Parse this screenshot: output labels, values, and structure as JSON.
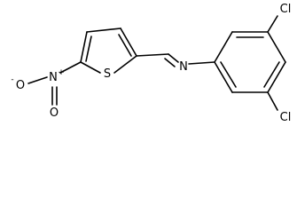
{
  "molecule": {
    "atoms": {
      "nitro_o_minus": "O",
      "nitro_o_charge": "-",
      "nitro_n": "N",
      "nitro_n_charge": "+",
      "nitro_o_double": "O",
      "thiophene_s": "S",
      "imine_n": "N",
      "cl_top": "Cl",
      "cl_bottom": "Cl"
    },
    "colors": {
      "ink": "#000000",
      "background": "#ffffff"
    }
  }
}
